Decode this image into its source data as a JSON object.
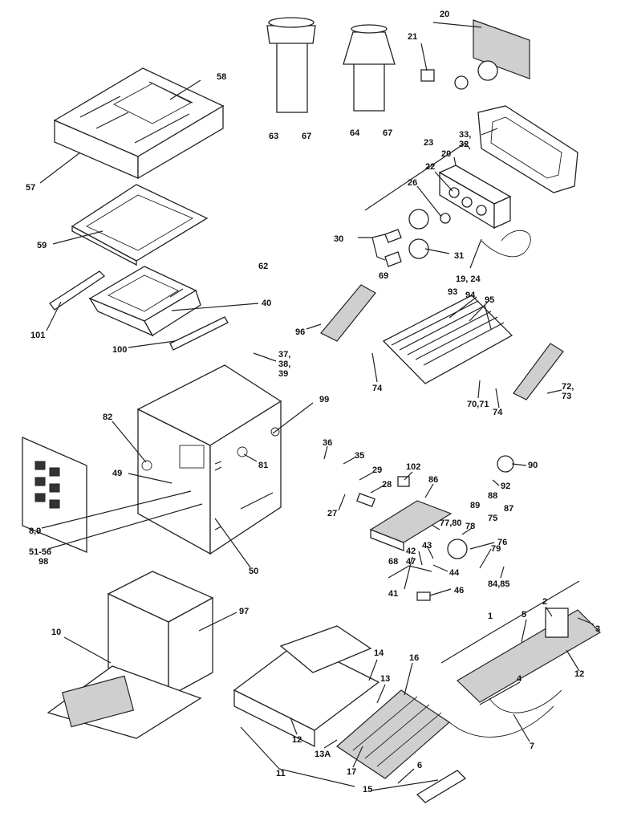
{
  "labels": {
    "l58": "58",
    "l57": "57",
    "l59": "59",
    "l62": "62",
    "l40": "40",
    "l101": "101",
    "l100": "100",
    "l37": "37,\n38,\n39",
    "l99": "99",
    "l82": "82",
    "l49": "49",
    "l81": "81",
    "l89a": "8,9",
    "l5156": "51-56",
    "l50": "50",
    "l98": "98",
    "l97": "97",
    "l10": "10",
    "l63": "63",
    "l67a": "67",
    "l64": "64",
    "l67b": "67",
    "l20a": "20",
    "l21": "21",
    "l3332": "33,\n32",
    "l23": "23",
    "l20b": "20",
    "l22": "22",
    "l26": "26",
    "l30": "30",
    "l31": "31",
    "l1924": "19, 24",
    "l69": "69",
    "l93": "93",
    "l94": "94",
    "l95": "95",
    "l96": "96",
    "l74a": "74",
    "l7071": "70,71",
    "l74b": "74",
    "l7273": "72,\n73",
    "l36": "36",
    "l35": "35",
    "l29": "29",
    "l28": "28",
    "l27": "27",
    "l102": "102",
    "l86": "86",
    "l90": "90",
    "l92": "92",
    "l88": "88",
    "l89b": "89",
    "l87": "87",
    "l75": "75",
    "l7780": "77,80",
    "l78": "78",
    "l76": "76",
    "l79": "79",
    "l43": "43",
    "l42": "42",
    "l47": "47",
    "l68": "68",
    "l44": "44",
    "l41": "41",
    "l46": "46",
    "l8485": "84,85",
    "l1": "1",
    "l2": "2",
    "l5": "5",
    "l3": "3",
    "l12a": "12",
    "l4": "4",
    "l7": "7",
    "l14": "14",
    "l13": "13",
    "l16": "16",
    "l12b": "12",
    "l13a": "13A",
    "l17": "17",
    "l6": "6",
    "l11": "11",
    "l15": "15"
  }
}
